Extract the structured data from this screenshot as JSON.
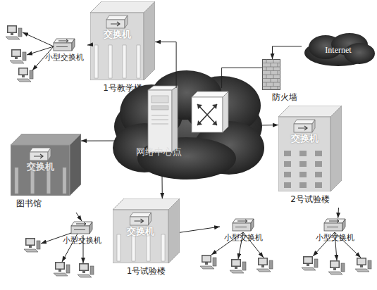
{
  "diagram": {
    "nodes": [
      {
        "text": [
          "交换机",
          "1号教学楼"
        ]
      },
      {
        "text": [
          "小型交换机"
        ]
      },
      {
        "text": [
          "Internet"
        ]
      },
      {
        "text": [
          "防火墙"
        ]
      },
      {
        "text": [
          "网络中心点"
        ]
      },
      {
        "text": [
          "交换机",
          "图书馆"
        ]
      },
      {
        "text": [
          "交换机",
          "2号试验楼"
        ]
      },
      {
        "text": [
          "交换机",
          "1号试验楼"
        ]
      },
      {
        "text": [
          "小型交换机"
        ]
      },
      {
        "text": [
          "小型交换机"
        ]
      },
      {
        "text": [
          "小型交换机"
        ]
      }
    ],
    "edges": [
      {
        "from": 4,
        "to": 0,
        "arrow": "to"
      },
      {
        "from": 0,
        "to": 1,
        "arrow": "to"
      },
      {
        "from": 2,
        "to": 3,
        "arrow": "to"
      },
      {
        "from": 3,
        "to": 4,
        "arrow": "none"
      },
      {
        "from": 4,
        "to": 5,
        "arrow": "to"
      },
      {
        "from": 4,
        "to": 6,
        "arrow": "to"
      },
      {
        "from": 4,
        "to": 7,
        "arrow": "to"
      },
      {
        "from": 5,
        "to": 8,
        "arrow": "to"
      },
      {
        "from": 7,
        "to": 9,
        "arrow": "to"
      },
      {
        "from": 6,
        "to": 10,
        "arrow": "to"
      }
    ]
  }
}
